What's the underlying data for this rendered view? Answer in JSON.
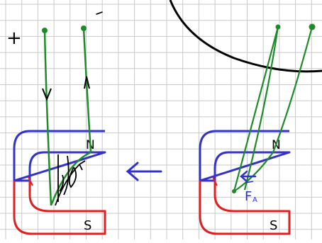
{
  "labels": {
    "plus": "+",
    "minus": "–",
    "north_left": "N",
    "south_left": "S",
    "north_right": "N",
    "south_right": "S",
    "force": "F",
    "force_subscript": "A"
  },
  "colors": {
    "grid": "#c9c9c9",
    "paper": "#ffffff",
    "magnet_north": "#3333cc",
    "magnet_south": "#e02020",
    "wire": "#1f8a2a",
    "ink": "#000000",
    "arrow": "#3333cc"
  }
}
